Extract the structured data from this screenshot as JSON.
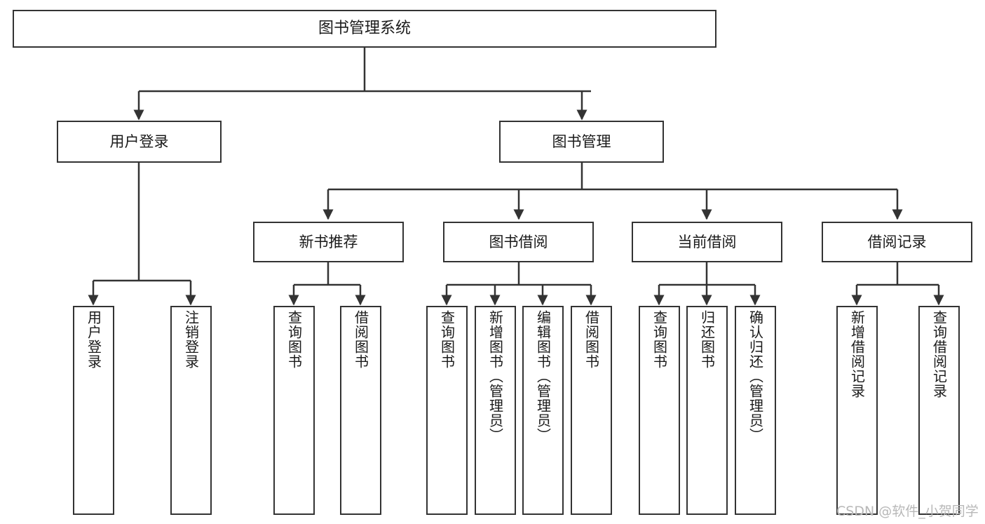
{
  "diagram": {
    "type": "tree-hierarchy",
    "title": "图书管理系统",
    "background_color": "#ffffff",
    "border_color": "#333333",
    "text_color": "#1a1a1a",
    "nodes": {
      "root": {
        "label": "图书管理系统"
      },
      "level2": [
        {
          "id": "user-login",
          "label": "用户登录"
        },
        {
          "id": "book-management",
          "label": "图书管理"
        }
      ],
      "level3": [
        {
          "id": "new-book-recommend",
          "label": "新书推荐"
        },
        {
          "id": "book-borrow",
          "label": "图书借阅"
        },
        {
          "id": "current-borrow",
          "label": "当前借阅"
        },
        {
          "id": "borrow-record",
          "label": "借阅记录"
        }
      ],
      "leaves": {
        "user_login": [
          {
            "id": "leaf-user-login",
            "label": "用户登录"
          },
          {
            "id": "leaf-logout-login",
            "label": "注销登录"
          }
        ],
        "new_book_recommend": [
          {
            "id": "leaf-query-book-1",
            "label": "查询图书"
          },
          {
            "id": "leaf-borrow-book-1",
            "label": "借阅图书"
          }
        ],
        "book_borrow": [
          {
            "id": "leaf-query-book-2",
            "label": "查询图书"
          },
          {
            "id": "leaf-add-book",
            "label": "新增图书（管理员）"
          },
          {
            "id": "leaf-edit-book",
            "label": "编辑图书（管理员）"
          },
          {
            "id": "leaf-borrow-book-2",
            "label": "借阅图书"
          }
        ],
        "current_borrow": [
          {
            "id": "leaf-query-book-3",
            "label": "查询图书"
          },
          {
            "id": "leaf-return-book",
            "label": "归还图书"
          },
          {
            "id": "leaf-confirm-return",
            "label": "确认归还（管理员）"
          }
        ],
        "borrow_record": [
          {
            "id": "leaf-add-record",
            "label": "新增借阅记录"
          },
          {
            "id": "leaf-query-record",
            "label": "查询借阅记录"
          }
        ]
      }
    }
  },
  "watermark": {
    "text": "CSDN @软件_小贺同学"
  }
}
